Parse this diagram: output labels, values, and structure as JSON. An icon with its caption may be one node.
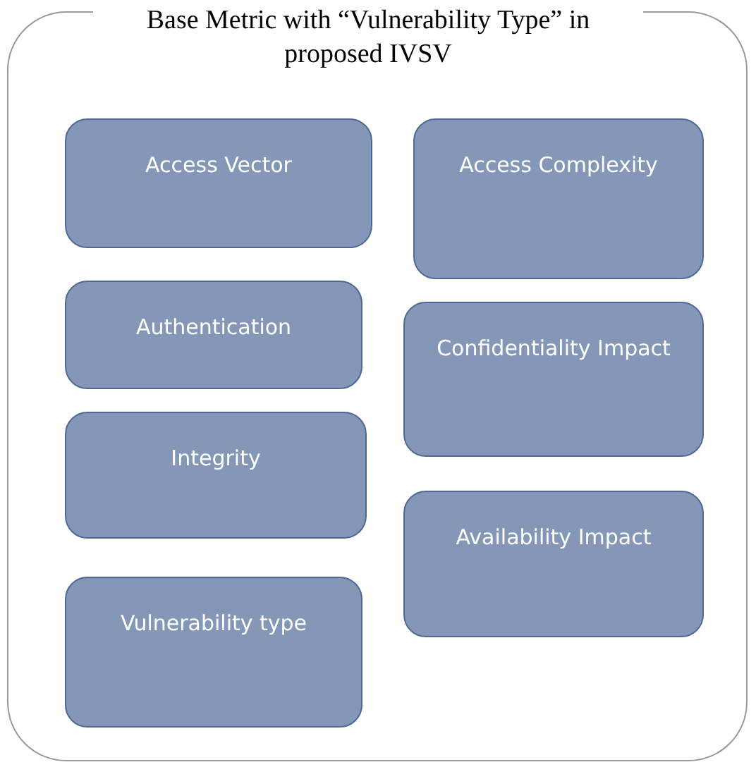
{
  "diagram": {
    "nodes": [
      {
        "text": [
          "Base Metric with “Vulnerability Type” in proposed IVSV"
        ]
      },
      {
        "text": [
          "Access Vector"
        ],
        "in": 0
      },
      {
        "text": [
          "Access Complexity"
        ],
        "in": 0
      },
      {
        "text": [
          "Authentication"
        ],
        "in": 0
      },
      {
        "text": [
          "Confidentiality Impact"
        ],
        "in": 0
      },
      {
        "text": [
          "Integrity"
        ],
        "in": 0
      },
      {
        "text": [
          "Availability Impact"
        ],
        "in": 0
      },
      {
        "text": [
          "Vulnerability type"
        ],
        "in": 0
      }
    ]
  }
}
